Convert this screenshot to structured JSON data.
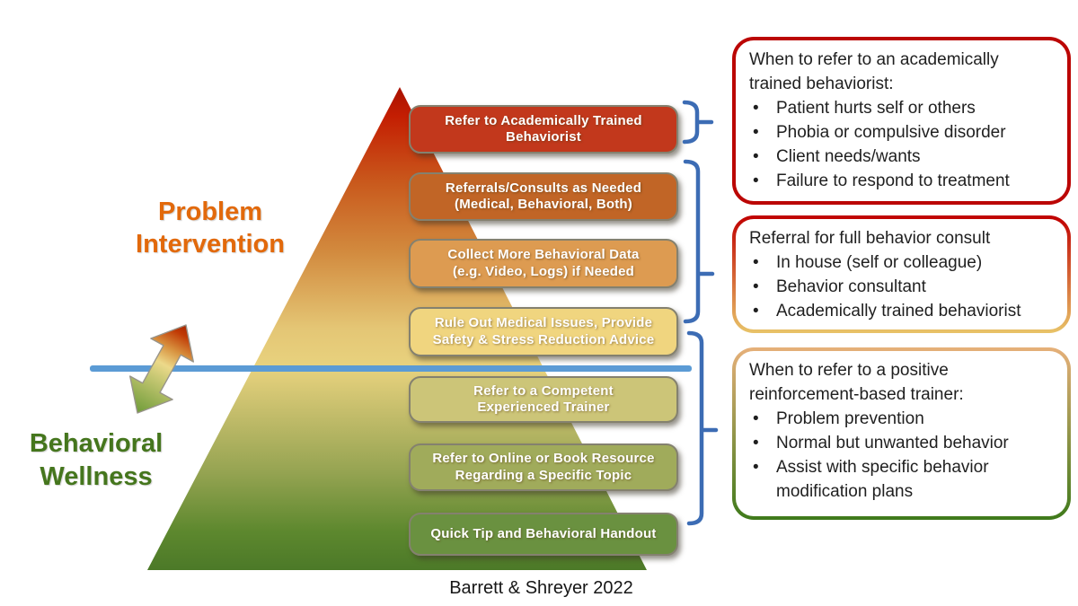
{
  "labels": {
    "problem_intervention": "Problem\nIntervention",
    "problem_intervention_color": "#e2690b",
    "behavioral_wellness": "Behavioral\nWellness",
    "behavioral_wellness_color": "#45761d"
  },
  "pyramid_levels": [
    {
      "name": "refer-academically-trained-behaviorist",
      "lines": [
        "Refer to Academically Trained",
        "Behaviorist"
      ],
      "fill": "#c2381c"
    },
    {
      "name": "referrals-consults-as-needed",
      "lines": [
        "Referrals/Consults as Needed",
        "(Medical, Behavioral, Both)"
      ],
      "fill": "#c16526"
    },
    {
      "name": "collect-more-behavioral-data",
      "lines": [
        "Collect More Behavioral Data",
        "(e.g. Video, Logs) if Needed"
      ],
      "fill": "#dd9b51"
    },
    {
      "name": "rule-out-medical-issues",
      "lines": [
        "Rule Out Medical Issues, Provide",
        "Safety & Stress Reduction Advice"
      ],
      "fill": "#f0d57f"
    },
    {
      "name": "refer-competent-trainer",
      "lines": [
        "Refer to a Competent",
        "Experienced Trainer"
      ],
      "fill": "#ccc578"
    },
    {
      "name": "refer-online-book-resource",
      "lines": [
        "Refer to Online or Book Resource",
        "Regarding a Specific Topic"
      ],
      "fill": "#a0ab5b"
    },
    {
      "name": "quick-tip-handout",
      "lines": [
        "Quick Tip and Behavioral Handout"
      ],
      "fill": "#6a9140"
    }
  ],
  "callouts": [
    {
      "name": "callout-academically-trained-behaviorist",
      "title_lines": [
        "When to refer to an academically",
        "trained behaviorist:"
      ],
      "bullets": [
        "Patient hurts self or others",
        "Phobia or compulsive disorder",
        "Client needs/wants",
        "Failure to respond to treatment"
      ],
      "border_top": "#bb0604",
      "border_bottom": "#bb0604"
    },
    {
      "name": "callout-full-behavior-consult",
      "title_lines": [
        "Referral for full behavior consult"
      ],
      "bullets": [
        "In house (self or colleague)",
        "Behavior consultant",
        "Academically trained behaviorist"
      ],
      "border_top": "#c00000",
      "border_bottom": "#e8c368"
    },
    {
      "name": "callout-positive-reinforcement-trainer",
      "title_lines": [
        "When to refer to a positive",
        "reinforcement-based trainer:"
      ],
      "bullets": [
        "Problem prevention",
        "Normal but unwanted behavior",
        "Assist with specific behavior modification plans"
      ],
      "border_top": "#e6b079",
      "border_bottom": "#3f7a1b"
    }
  ],
  "caption": "Barrett & Shreyer 2022",
  "bullet_glyph": "•",
  "colors": {
    "divider_line_blue": "#5b9bd5",
    "brace_blue": "#3c6cb4",
    "level_border_gray": "#84816f",
    "pyramid_top_red": "#b31400",
    "pyramid_middle_yellow": "#e8d27e",
    "pyramid_bottom_green": "#4c7928",
    "arrow_red_end": "#a82600",
    "arrow_green_end": "#6f9c39"
  },
  "icons": {
    "updown_arrow": "gradient-double-headed-arrow",
    "brace": "right-pointing-curly-brace"
  }
}
